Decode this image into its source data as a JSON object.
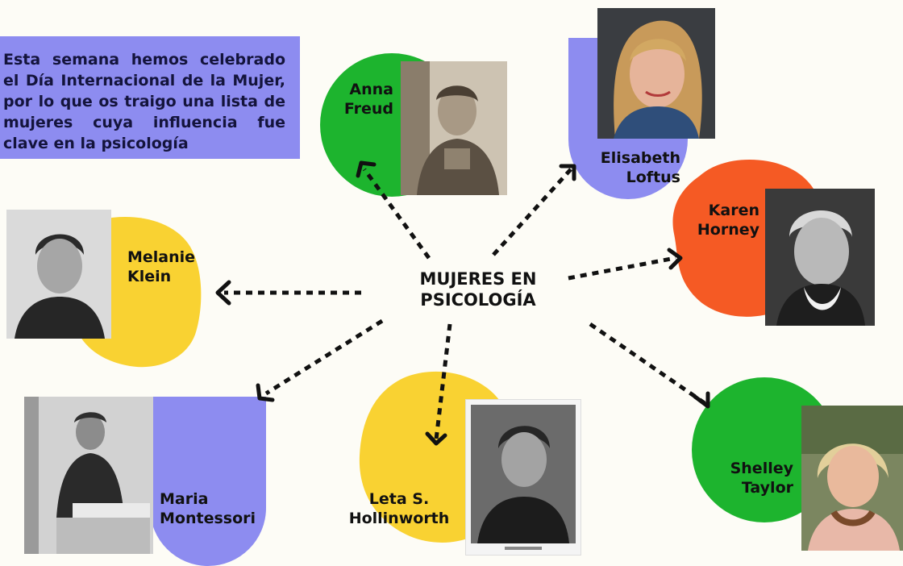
{
  "intro": {
    "text": "Esta semana hemos celebrado el Día Internacional de la Mujer, por lo que os traigo una lista de mujeres cuya influencia fue clave en la psicología"
  },
  "center": {
    "line1": "MUJERES EN",
    "line2": "PSICOLOGÍA"
  },
  "people": {
    "anna_freud": {
      "first": "Anna",
      "last": "Freud"
    },
    "elisabeth_loftus": {
      "first": "Elisabeth",
      "last": "Loftus"
    },
    "karen_horney": {
      "first": "Karen",
      "last": "Horney"
    },
    "melanie_klein": {
      "first": "Melanie",
      "last": "Klein"
    },
    "maria_montessori": {
      "first": "Maria",
      "last": "Montessori"
    },
    "leta_hollinworth": {
      "first": "Leta S.",
      "last": "Hollinworth"
    },
    "shelley_taylor": {
      "first": "Shelley",
      "last": "Taylor"
    }
  },
  "colors": {
    "green": "#1db42e",
    "periwinkle": "#8d8cf0",
    "orange": "#f55a24",
    "yellow": "#f9d232"
  }
}
